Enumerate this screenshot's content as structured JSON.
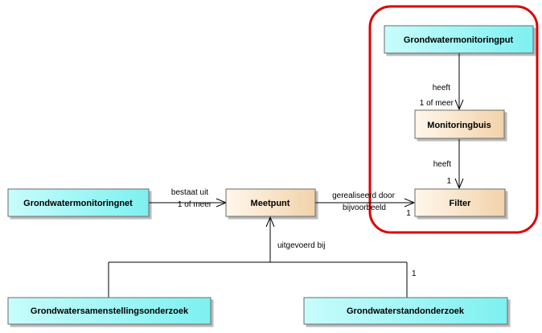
{
  "colors": {
    "cyan_fill_start": "#c8fcfc",
    "cyan_fill_end": "#7ef0f0",
    "tan_fill_start": "#fff7ec",
    "tan_fill_end": "#f2d2aa",
    "box_stroke": "#6b6b6b",
    "edge_stroke": "#000000",
    "highlight": "#e00000"
  },
  "nodes": {
    "grondwatermonitoringput": "Grondwatermonitoringput",
    "monitoringbuis": "Monitoringbuis",
    "filter": "Filter",
    "meetpunt": "Meetpunt",
    "grondwatermonitoringnet": "Grondwatermonitoringnet",
    "grondwatersamenstellingsonderzoek": "Grondwatersamenstellingsonderzoek",
    "grondwaterstandonderzoek": "Grondwaterstandonderzoek"
  },
  "edges": {
    "put_buis_role": "heeft",
    "put_buis_mult": "1 of meer",
    "buis_filter_role": "heeft",
    "buis_filter_mult": "1",
    "net_meetpunt_role": "bestaat uit",
    "net_meetpunt_mult": "1 of meer",
    "meetpunt_filter_role_1": "gerealiseerd door",
    "meetpunt_filter_role_2": "bijvoorbeeld",
    "meetpunt_filter_mult": "1",
    "onderzoek_meetpunt_role": "uitgevoerd bij",
    "onderzoek_meetpunt_mult": "1"
  }
}
